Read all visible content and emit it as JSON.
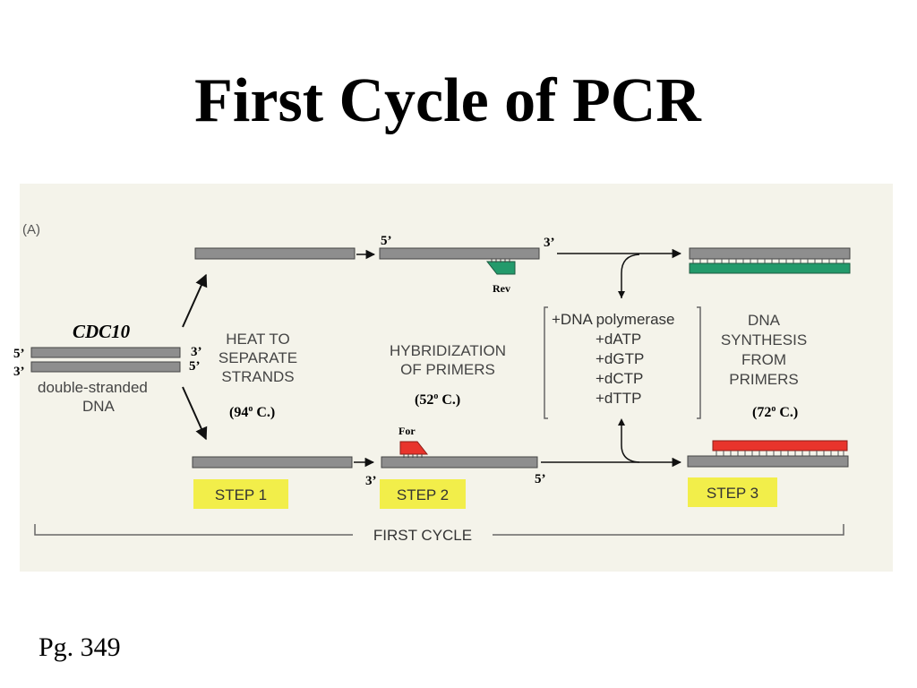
{
  "slide": {
    "title": "First Cycle of PCR",
    "footer": "Pg. 349"
  },
  "figure": {
    "panel_label": "(A)",
    "gene_label": "CDC10",
    "dsDNA": {
      "label_line1": "double-stranded",
      "label_line2": "DNA",
      "top_left": "5’",
      "bottom_left": "3’",
      "top_right": "3’",
      "bottom_right": "5’"
    },
    "step1": {
      "caption": [
        "HEAT TO",
        "SEPARATE",
        "STRANDS"
      ],
      "temperature_main": "(94",
      "temperature_sup": "o",
      "temperature_end": " C.)",
      "badge": "STEP 1"
    },
    "step2": {
      "caption": [
        "HYBRIDIZATION",
        "OF PRIMERS"
      ],
      "temperature_main": "(52",
      "temperature_sup": "o",
      "temperature_end": " C.)",
      "badge": "STEP 2",
      "top_strand_5": "5’",
      "top_strand_3": "3’",
      "bottom_strand_3": "3’",
      "bottom_strand_5": "5’",
      "rev_primer": "Rev",
      "for_primer": "For"
    },
    "reagents": [
      "+DNA polymerase",
      "+dATP",
      "+dGTP",
      "+dCTP",
      "+dTTP"
    ],
    "step3": {
      "caption": [
        "DNA",
        "SYNTHESIS",
        "FROM",
        "PRIMERS"
      ],
      "temperature_main": "(72",
      "temperature_sup": "o",
      "temperature_end": " C.)",
      "badge": "STEP 3"
    },
    "cycle_label": "FIRST CYCLE",
    "colors": {
      "strand": "#8e8e8e",
      "rev_primer": "#239a6b",
      "for_primer": "#e8342c",
      "badge": "#f2ee4a",
      "background": "#f4f3ea"
    }
  }
}
